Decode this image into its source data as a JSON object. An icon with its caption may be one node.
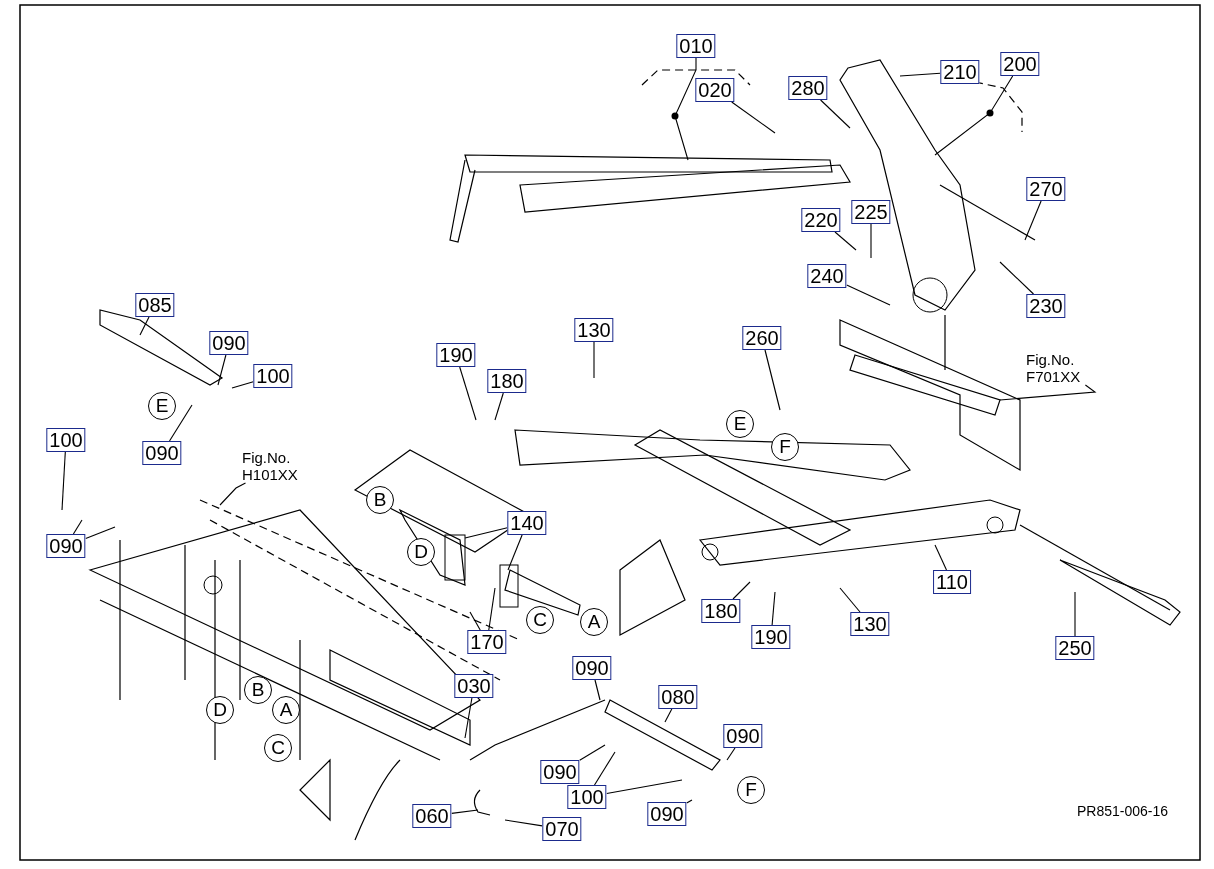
{
  "diagram": {
    "nodes": [
      {
        "text": [
          "010"
        ]
      },
      {
        "text": [
          "020"
        ]
      },
      {
        "text": [
          "280"
        ]
      },
      {
        "text": [
          "210"
        ]
      },
      {
        "text": [
          "200"
        ]
      },
      {
        "text": [
          "270"
        ]
      },
      {
        "text": [
          "220"
        ]
      },
      {
        "text": [
          "225"
        ]
      },
      {
        "text": [
          "240"
        ]
      },
      {
        "text": [
          "230"
        ]
      },
      {
        "text": [
          "085"
        ]
      },
      {
        "text": [
          "090"
        ]
      },
      {
        "text": [
          "100"
        ]
      },
      {
        "text": [
          "E"
        ]
      },
      {
        "text": [
          "090"
        ]
      },
      {
        "text": [
          "100"
        ]
      },
      {
        "text": [
          "090"
        ]
      },
      {
        "text": [
          "Fig.No. H101XX"
        ]
      },
      {
        "text": [
          "190"
        ]
      },
      {
        "text": [
          "180"
        ]
      },
      {
        "text": [
          "130"
        ]
      },
      {
        "text": [
          "260"
        ]
      },
      {
        "text": [
          "Fig.No. F701XX"
        ]
      },
      {
        "text": [
          "E"
        ]
      },
      {
        "text": [
          "F"
        ]
      },
      {
        "text": [
          "B"
        ]
      },
      {
        "text": [
          "D"
        ]
      },
      {
        "text": [
          "140"
        ]
      },
      {
        "text": [
          "C"
        ]
      },
      {
        "text": [
          "A"
        ]
      },
      {
        "text": [
          "170"
        ]
      },
      {
        "text": [
          "180"
        ]
      },
      {
        "text": [
          "190"
        ]
      },
      {
        "text": [
          "130"
        ]
      },
      {
        "text": [
          "110"
        ]
      },
      {
        "text": [
          "250"
        ]
      },
      {
        "text": [
          "B"
        ]
      },
      {
        "text": [
          "A"
        ]
      },
      {
        "text": [
          "D"
        ]
      },
      {
        "text": [
          "C"
        ]
      },
      {
        "text": [
          "030"
        ]
      },
      {
        "text": [
          "090"
        ]
      },
      {
        "text": [
          "080"
        ]
      },
      {
        "text": [
          "090"
        ]
      },
      {
        "text": [
          "F"
        ]
      },
      {
        "text": [
          "090"
        ]
      },
      {
        "text": [
          "100"
        ]
      },
      {
        "text": [
          "090"
        ]
      },
      {
        "text": [
          "060"
        ]
      },
      {
        "text": [
          "070"
        ]
      }
    ],
    "edges": [
      {
        "from": 0,
        "to": null,
        "arrow": "none"
      },
      {
        "from": 1,
        "to": null,
        "arrow": "none"
      },
      {
        "from": 2,
        "to": null,
        "arrow": "none"
      },
      {
        "from": 3,
        "to": null,
        "arrow": "none"
      },
      {
        "from": 4,
        "to": null,
        "arrow": "none"
      },
      {
        "from": 5,
        "to": null,
        "arrow": "none"
      },
      {
        "from": 6,
        "to": null,
        "arrow": "none"
      },
      {
        "from": 7,
        "to": null,
        "arrow": "none"
      },
      {
        "from": 8,
        "to": null,
        "arrow": "none"
      },
      {
        "from": 9,
        "to": null,
        "arrow": "none"
      },
      {
        "from": 10,
        "to": null,
        "arrow": "none"
      },
      {
        "from": 11,
        "to": null,
        "arrow": "none"
      },
      {
        "from": 12,
        "to": null,
        "arrow": "none"
      },
      {
        "from": 14,
        "to": null,
        "arrow": "none"
      },
      {
        "from": 15,
        "to": null,
        "arrow": "none"
      },
      {
        "from": 16,
        "to": null,
        "arrow": "none"
      },
      {
        "from": 16,
        "to": null,
        "arrow": "none"
      },
      {
        "from": 17,
        "to": null,
        "arrow": "none"
      },
      {
        "from": 18,
        "to": null,
        "arrow": "none"
      },
      {
        "from": 19,
        "to": null,
        "arrow": "none"
      },
      {
        "from": 20,
        "to": null,
        "arrow": "none"
      },
      {
        "from": 21,
        "to": null,
        "arrow": "none"
      },
      {
        "from": 22,
        "to": null,
        "arrow": "none"
      },
      {
        "from": 27,
        "to": null,
        "arrow": "none"
      },
      {
        "from": 27,
        "to": null,
        "arrow": "none"
      },
      {
        "from": 30,
        "to": null,
        "arrow": "none"
      },
      {
        "from": 30,
        "to": null,
        "arrow": "none"
      },
      {
        "from": 31,
        "to": null,
        "arrow": "none"
      },
      {
        "from": 32,
        "to": null,
        "arrow": "none"
      },
      {
        "from": 33,
        "to": null,
        "arrow": "none"
      },
      {
        "from": 34,
        "to": null,
        "arrow": "none"
      },
      {
        "from": 35,
        "to": null,
        "arrow": "none"
      },
      {
        "from": 40,
        "to": null,
        "arrow": "none"
      },
      {
        "from": 41,
        "to": null,
        "arrow": "none"
      },
      {
        "from": 42,
        "to": null,
        "arrow": "none"
      },
      {
        "from": 43,
        "to": null,
        "arrow": "none"
      },
      {
        "from": 45,
        "to": null,
        "arrow": "none"
      },
      {
        "from": 46,
        "to": null,
        "arrow": "none"
      },
      {
        "from": 46,
        "to": null,
        "arrow": "none"
      },
      {
        "from": 47,
        "to": null,
        "arrow": "none"
      },
      {
        "from": 48,
        "to": null,
        "arrow": "none"
      },
      {
        "from": 49,
        "to": null,
        "arrow": "none"
      }
    ],
    "labels": [
      "PR851-006-16"
    ]
  }
}
